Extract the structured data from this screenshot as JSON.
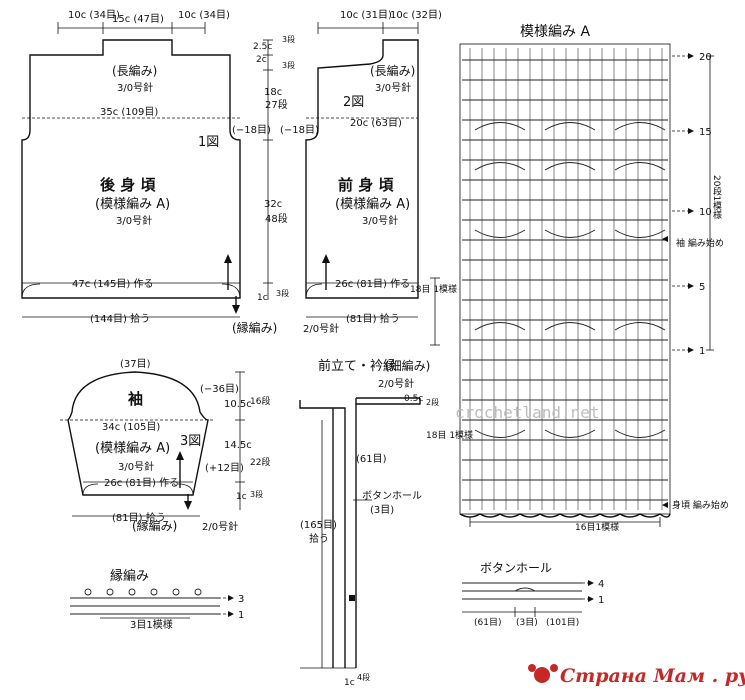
{
  "back": {
    "top_stitches": [
      "10c (34目)",
      "15c (47目)",
      "10c (34目)"
    ],
    "needle_type": "(長編み)",
    "needle_size": "3/0号針",
    "width_label": "35c (109目)",
    "decrease": "(−18目)",
    "figure": "1図",
    "title": "後 身 頃",
    "pattern": "(模様編み A)",
    "pattern_needle": "3/0号針",
    "start": "47c (145目) 作る",
    "pickup": "(144目) 拾う"
  },
  "middle_dims": {
    "neck_1": "2.5c",
    "neck_1_rows": "3段",
    "neck_2": "2c",
    "neck_2_rows": "3段",
    "armhole": "18c",
    "armhole_rows": "27段",
    "body": "32c",
    "body_rows": "48段",
    "hem": "1c",
    "hem_rows": "3段",
    "border_note": "(縁編み)",
    "border_needle": "2/0号針"
  },
  "front": {
    "top_stitches": [
      "10c (31目)",
      "10c (32目)"
    ],
    "needle_type": "(長編み)",
    "needle_size": "3/0号針",
    "figure": "2図",
    "width_label": "20c (63目)",
    "decrease": "(−18目)",
    "title": "前 身 頃",
    "pattern": "(模様編み A)",
    "pattern_needle": "3/0号針",
    "start": "26c (81目) 作る",
    "pickup": "(81目) 拾う"
  },
  "sleeve": {
    "top": "(37目)",
    "title": "袖",
    "width_label": "34c (105目)",
    "figure": "3図",
    "pattern": "(模様編み A)",
    "pattern_needle": "3/0号針",
    "start": "26c (81目) 作る",
    "pickup": "(81目) 拾う",
    "border_note": "(縁編み)",
    "border_needle": "2/0号針",
    "cap_decrease": "(−36目)",
    "cap_height": "10.5c",
    "cap_rows": "16段",
    "body_height": "14.5c",
    "body_rows": "22段",
    "increase": "(+12目)",
    "hem": "1c",
    "hem_rows": "3段"
  },
  "placket": {
    "title": "前立て・衿縁",
    "method": "(細編み)",
    "needle": "2/0号針",
    "top_height": "0.5c",
    "top_rows": "2段",
    "stitches_upper": "(61目)",
    "buttonhole": "ボタンホール",
    "buttonhole_count": "(3目)",
    "stitches_total": "(165目)",
    "pickup": "拾う",
    "bottom_height": "1c",
    "bottom_rows": "4段"
  },
  "pattern_a": {
    "title": "模様編み A",
    "row_markers": [
      "20",
      "15",
      "10",
      "5",
      "1"
    ],
    "repeat_rows": "20段1模様",
    "sleeve_start": "袖 編み始め",
    "rows_18": "18目 1模様",
    "rows_18b": "18目 1模様",
    "body_start": "身頃 編み始め",
    "bottom_repeat": "16目1模様"
  },
  "edging": {
    "title": "縁編み",
    "markers": [
      "3",
      "1"
    ],
    "repeat": "3目1模様"
  },
  "buttonhole_chart": {
    "title": "ボタンホール",
    "markers": [
      "4",
      "1"
    ],
    "counts": [
      "(61目)",
      "(3目)",
      "(101目)"
    ]
  },
  "watermark": "crochetland.net",
  "logo_text": "Страна Мам . ру",
  "colors": {
    "ink": "#111111",
    "logo_red": "#c62828"
  }
}
